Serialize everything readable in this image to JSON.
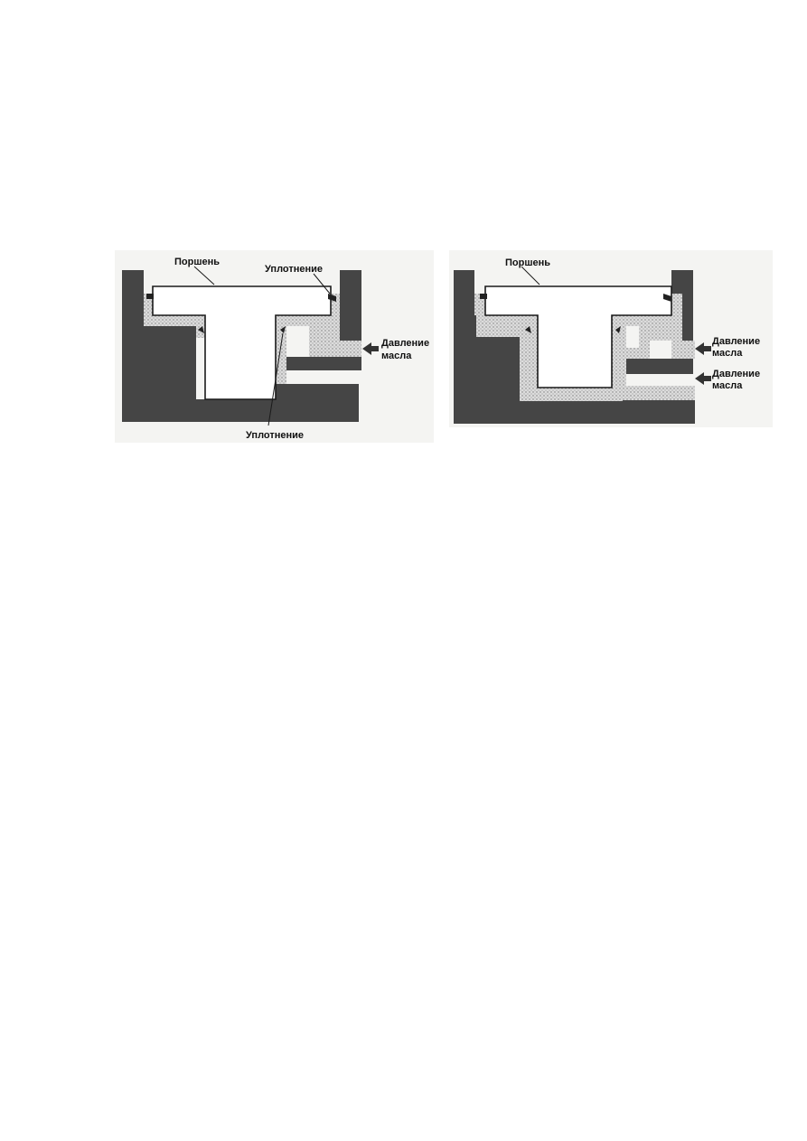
{
  "figures": [
    {
      "piston_label": "Поршень",
      "seal_top_label": "Уплотнение",
      "seal_bottom_label": "Уплотнение",
      "pressure_label_line1": "Давление",
      "pressure_label_line2": "масла"
    },
    {
      "piston_label": "Поршень",
      "pressure1_line1": "Давление",
      "pressure1_line2": "масла",
      "pressure2_line1": "Давление",
      "pressure2_line2": "масла"
    }
  ],
  "colors": {
    "housing": "#454545",
    "oil": "dotted-grey",
    "background": "#f4f4f2"
  }
}
